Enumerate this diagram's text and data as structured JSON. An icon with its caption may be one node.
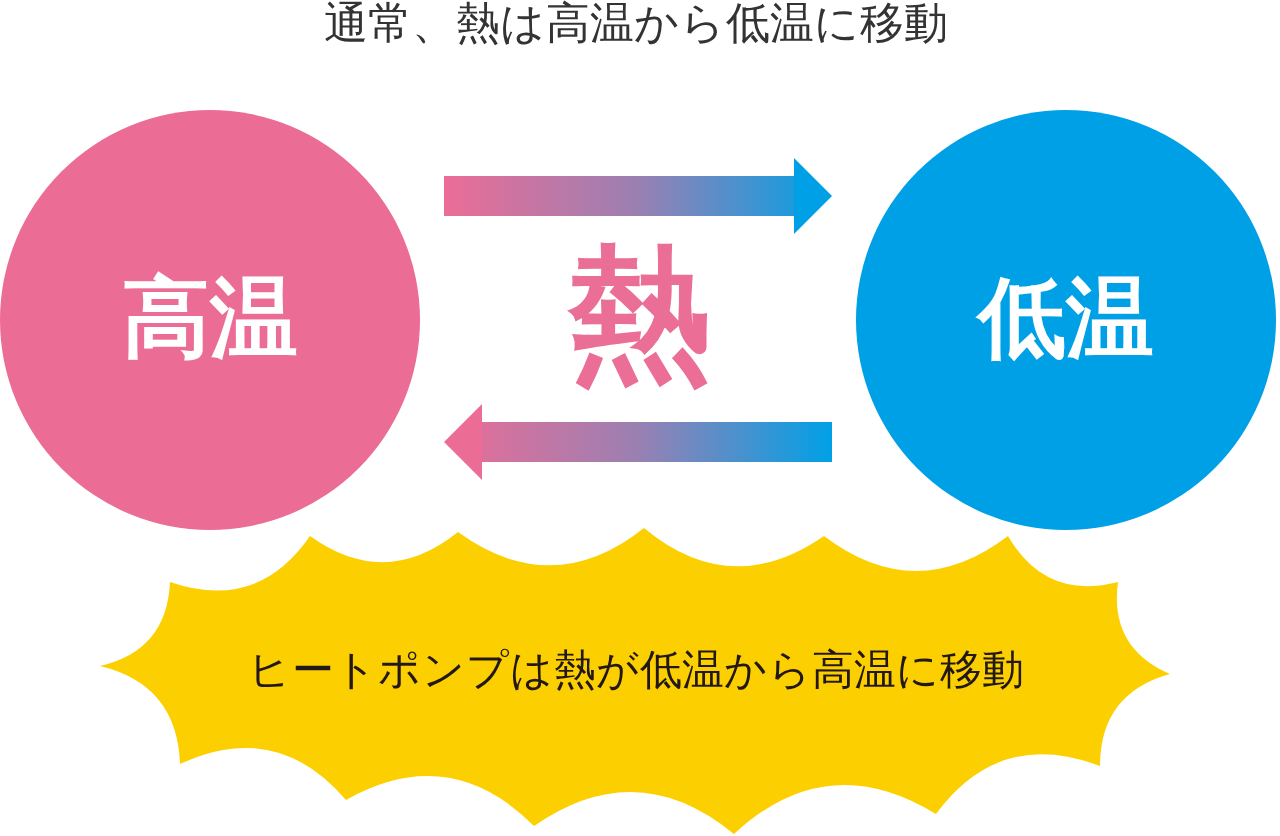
{
  "diagram": {
    "title": "通常、熱は高温から低温に移動",
    "nodes": [
      {
        "text": [
          "高温"
        ]
      },
      {
        "text": [
          "低温"
        ]
      },
      {
        "text": [
          "ヒートポンプは熱が低温から高温に移動"
        ]
      }
    ],
    "edges": [
      {
        "from": 0,
        "to": 1,
        "arrow": "to"
      },
      {
        "from": 1,
        "to": 0,
        "arrow": "to"
      }
    ],
    "labels": [
      "熱"
    ]
  }
}
